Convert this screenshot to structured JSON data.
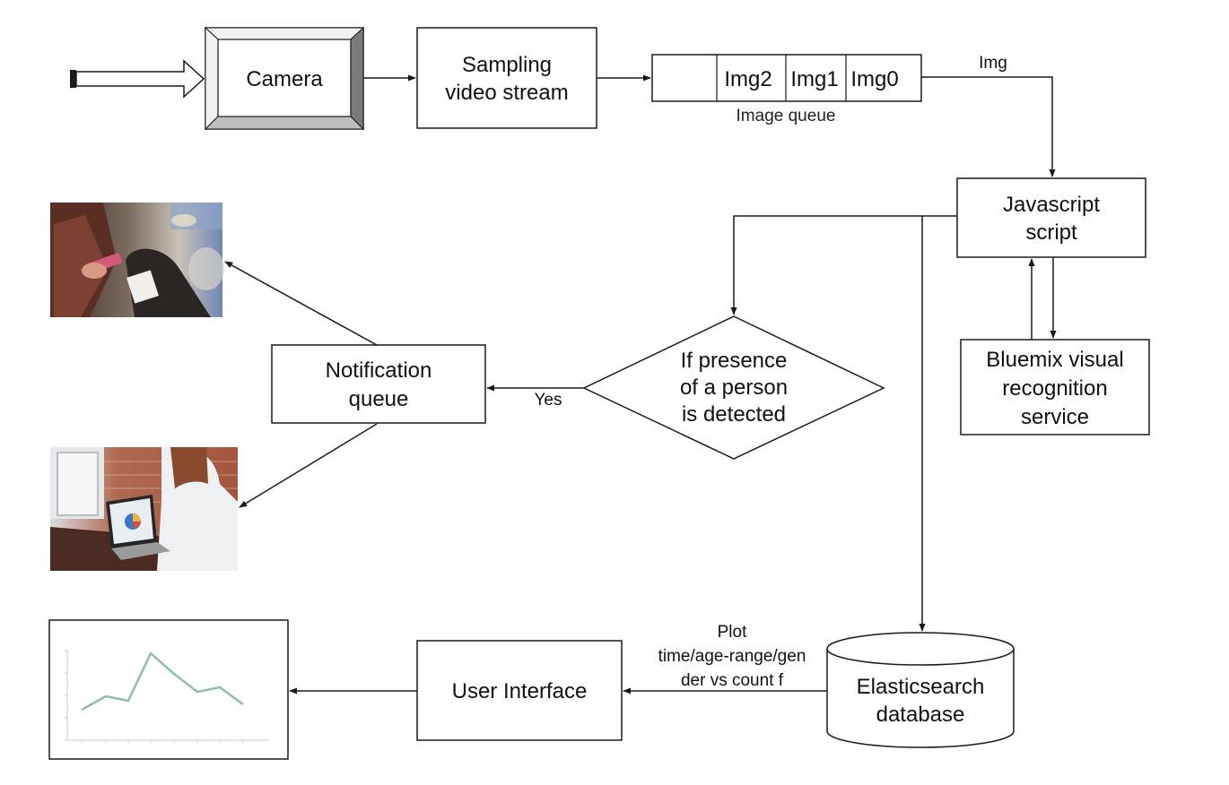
{
  "nodes": {
    "camera": "Camera",
    "sampling": [
      "Sampling",
      "video stream"
    ],
    "image_queue": {
      "slots": [
        "Img2",
        "Img1",
        "Img0"
      ],
      "caption": "Image queue"
    },
    "javascript": [
      "Javascript",
      "script"
    ],
    "bluemix": [
      "Bluemix visual",
      "recognition",
      "service"
    ],
    "decision": [
      "If presence",
      "of a person",
      "is detected"
    ],
    "notification": [
      "Notification",
      "queue"
    ],
    "user_interface": "User Interface",
    "elasticsearch": [
      "Elasticsearch",
      "database"
    ]
  },
  "edge_labels": {
    "img": "Img",
    "yes": "Yes",
    "plot": [
      "Plot",
      "time/age-range/gen",
      "der vs count f"
    ]
  },
  "colors": {
    "line": "#1a1a1a",
    "bevel_light": "#f2f2f2",
    "bevel_dark": "#7a7a7a",
    "chart_line": "#8fbdb0"
  },
  "icons": {
    "photo_phone": "person-holding-phone-photo",
    "photo_laptop": "person-using-laptop-photo",
    "chart_thumbnail": "line-chart-thumbnail"
  }
}
